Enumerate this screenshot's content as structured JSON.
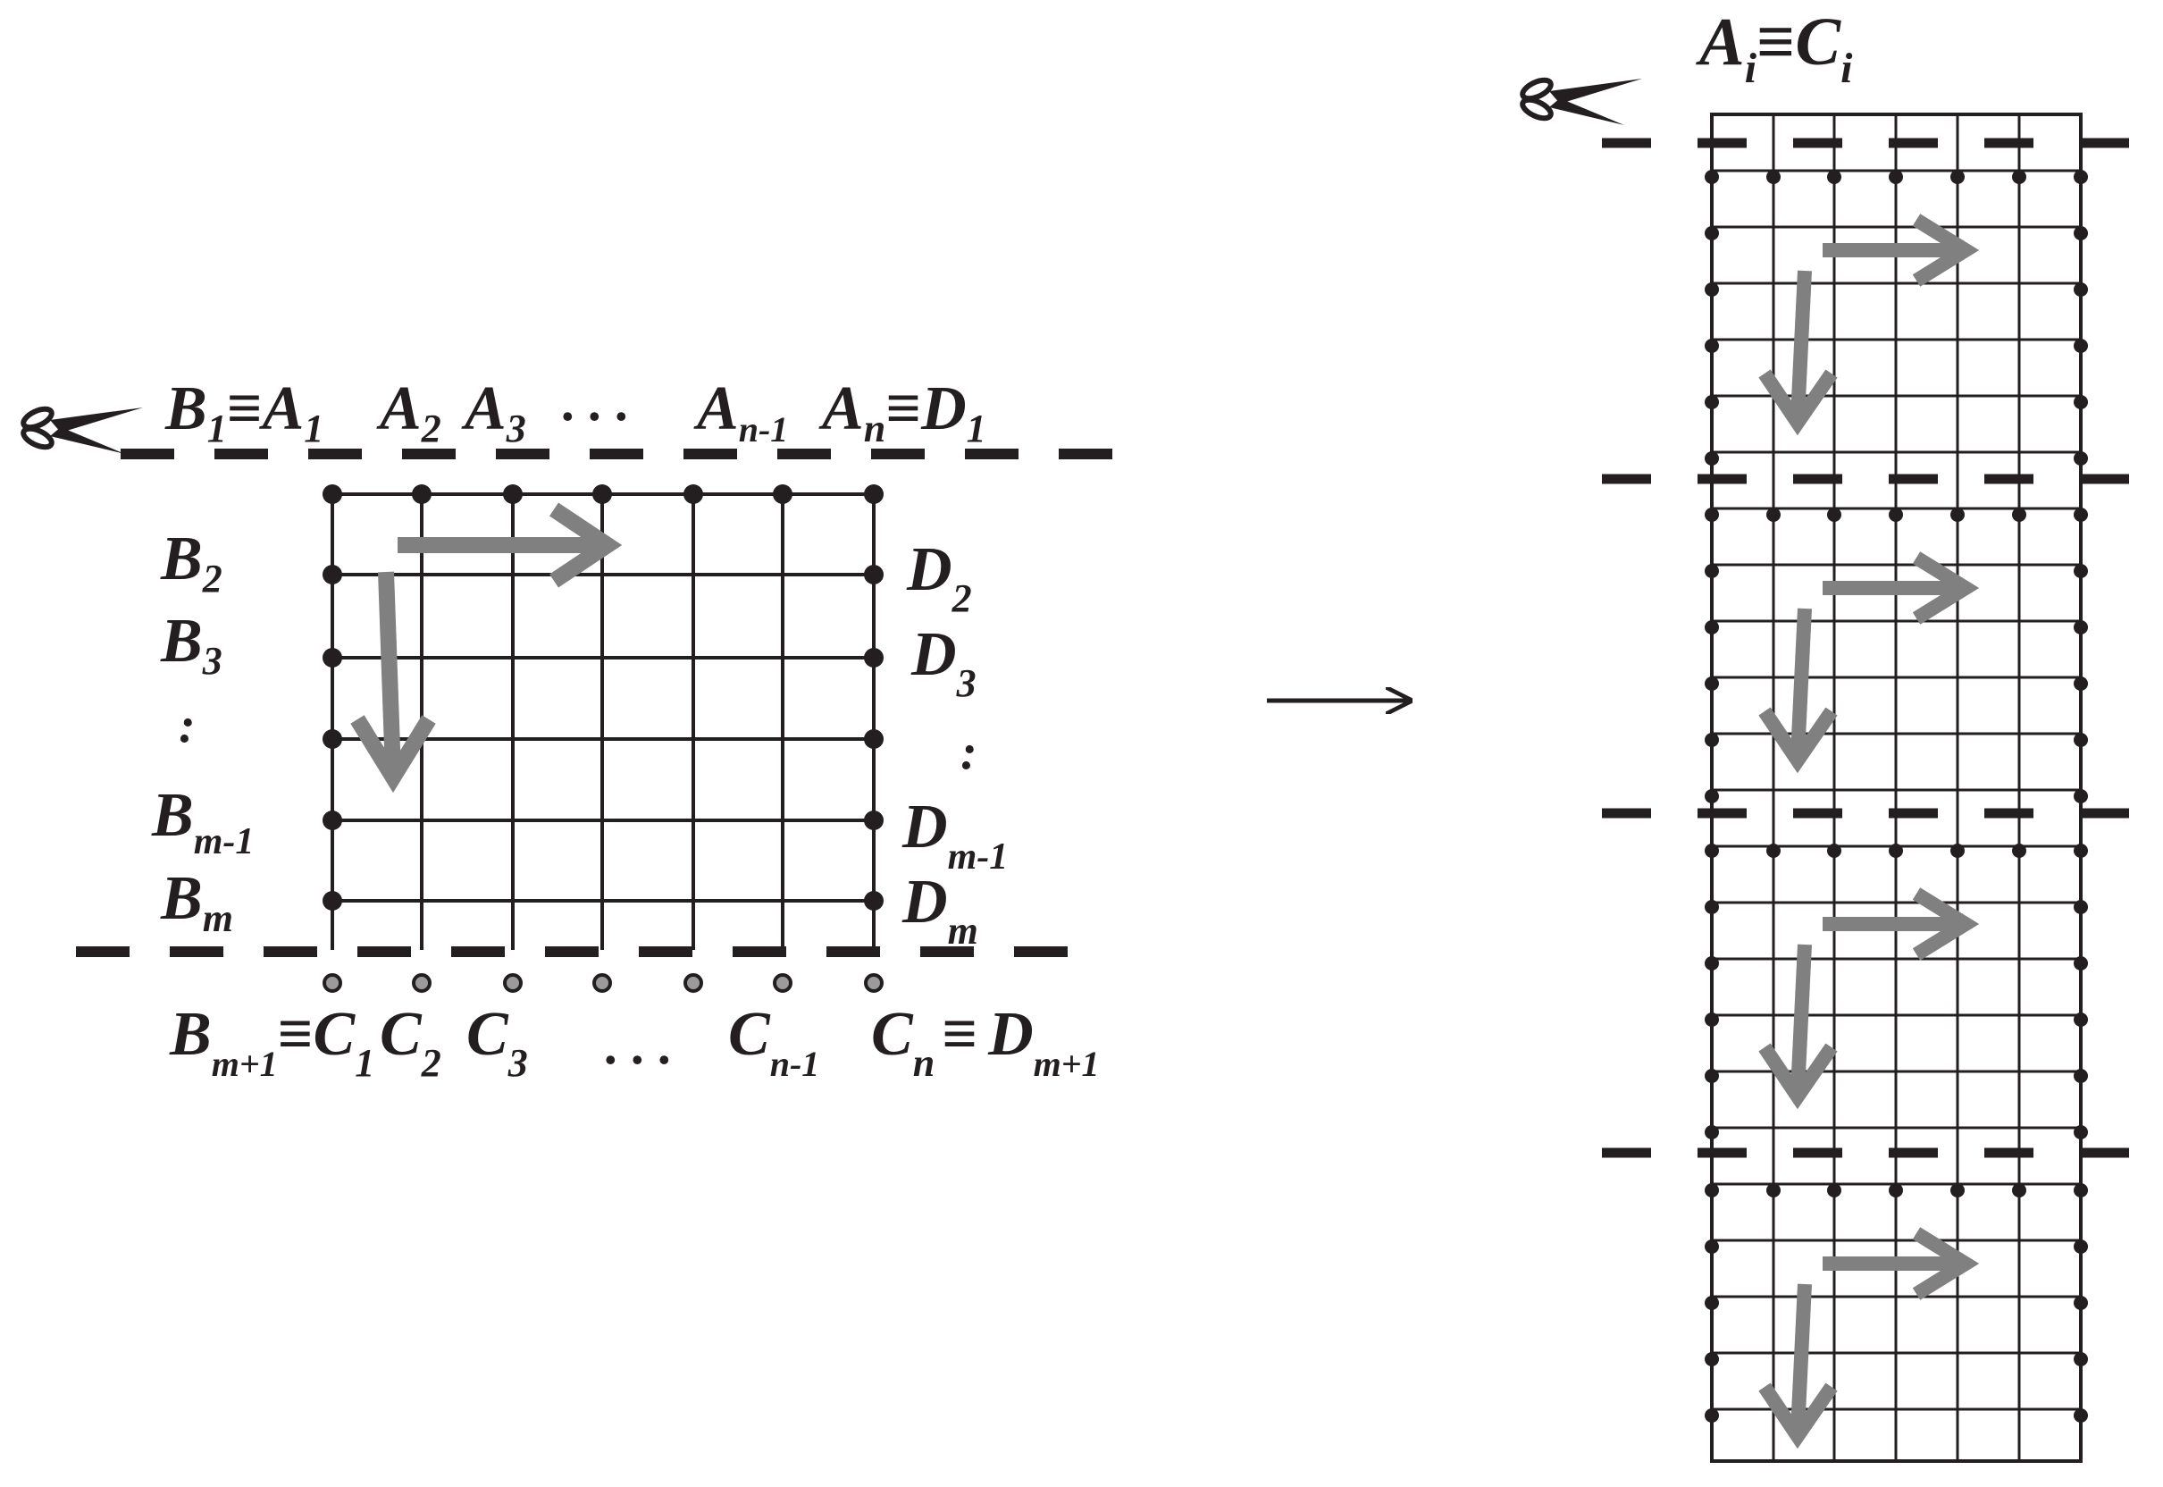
{
  "colors": {
    "ink": "#231f20",
    "arrow": "#808080",
    "hollow_dot_fill": "#9b9b9b"
  },
  "icons": [
    "scissors-icon",
    "transform-arrow-icon"
  ],
  "left_panel": {
    "top_labels": [
      {
        "base": "B",
        "sub": "1",
        "eq": "≡",
        "base2": "A",
        "sub2": "1"
      },
      {
        "base": "A",
        "sub": "2"
      },
      {
        "base": "A",
        "sub": "3"
      },
      {
        "dots": ". . ."
      },
      {
        "base": "A",
        "sub": "n-1"
      },
      {
        "base": "A",
        "sub": "n",
        "eq": "≡",
        "base2": "D",
        "sub2": "1"
      }
    ],
    "left_labels": [
      {
        "base": "B",
        "sub": "2"
      },
      {
        "base": "B",
        "sub": "3"
      },
      {
        "dots": ":"
      },
      {
        "base": "B",
        "sub": "m-1"
      },
      {
        "base": "B",
        "sub": "m"
      }
    ],
    "right_labels": [
      {
        "base": "D",
        "sub": "2"
      },
      {
        "base": "D",
        "sub": "3"
      },
      {
        "dots": ":"
      },
      {
        "base": "D",
        "sub": "m-1"
      },
      {
        "base": "D",
        "sub": "m"
      }
    ],
    "bottom_labels": [
      {
        "base": "B",
        "sub": "m+1",
        "eq": "≡",
        "base2": "C",
        "sub2": "1"
      },
      {
        "base": "C",
        "sub": "2"
      },
      {
        "base": "C",
        "sub": "3"
      },
      {
        "dots": ". . ."
      },
      {
        "base": "C",
        "sub": "n-1"
      },
      {
        "base": "C",
        "sub": "n",
        "eq": "≡",
        "base2": "D",
        "sub2": "m+1"
      }
    ]
  },
  "right_panel": {
    "top_label": {
      "base": "A",
      "sub": "i",
      "eq": "≡",
      "base2": "C",
      "sub2": "i"
    },
    "segments": 4
  }
}
